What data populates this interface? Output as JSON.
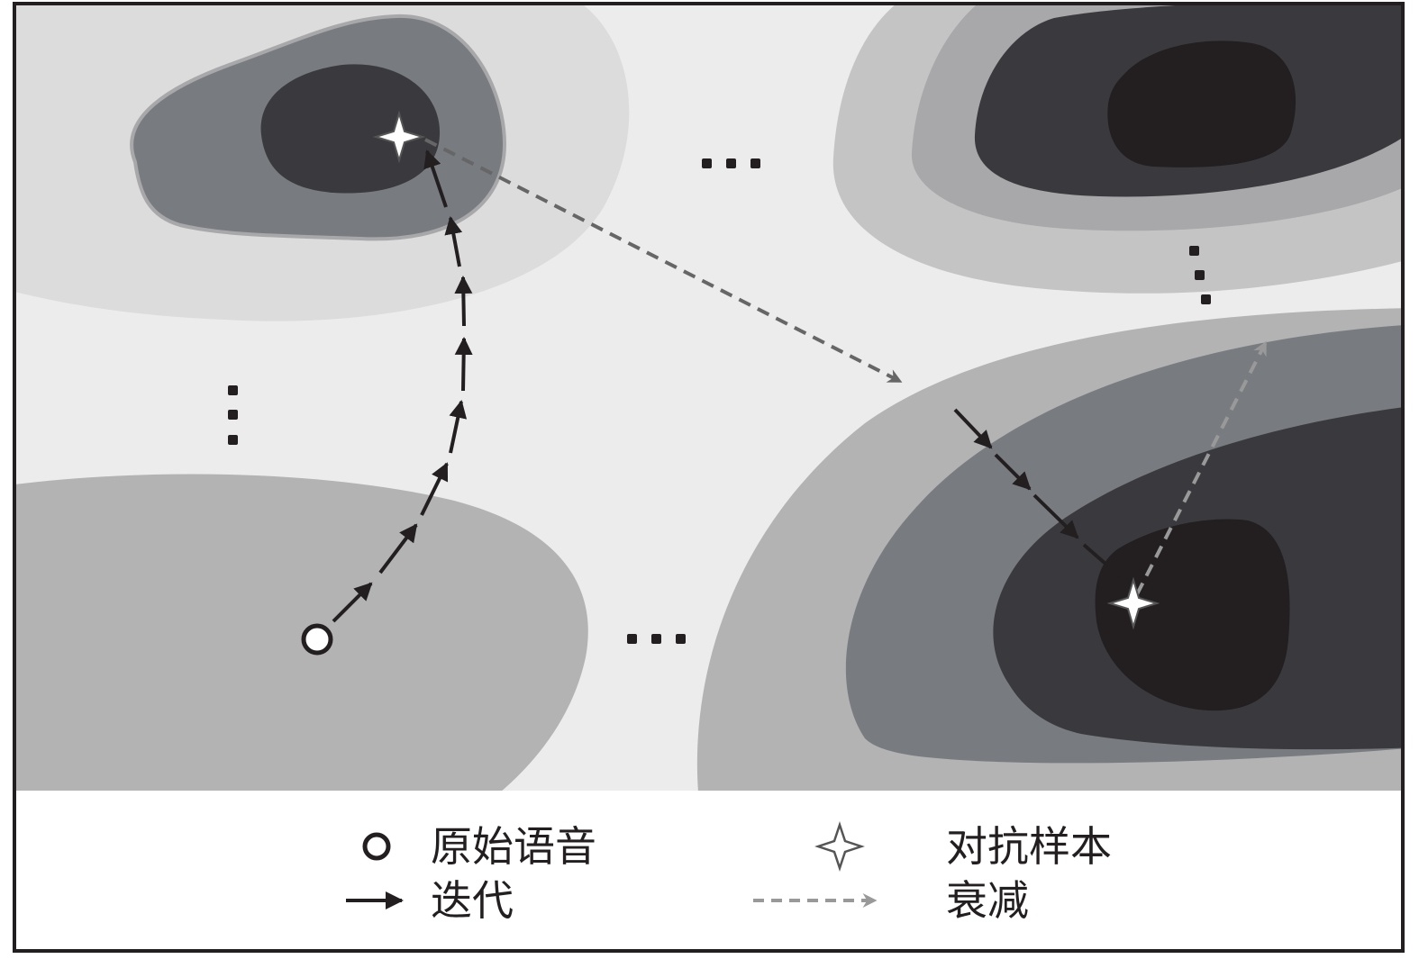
{
  "legend": {
    "original_speech": "原始语音",
    "iteration": "迭代",
    "adversarial_example": "对抗样本",
    "decay": "衰减"
  },
  "ellipsis": "...",
  "colors": {
    "background": "#ececec",
    "level1": "#dcdcdc",
    "level2": "#b3b3b3",
    "level3": "#787b80",
    "level4": "#3a3a3e",
    "level5": "#231f20",
    "decay_arrow": "#666666"
  }
}
